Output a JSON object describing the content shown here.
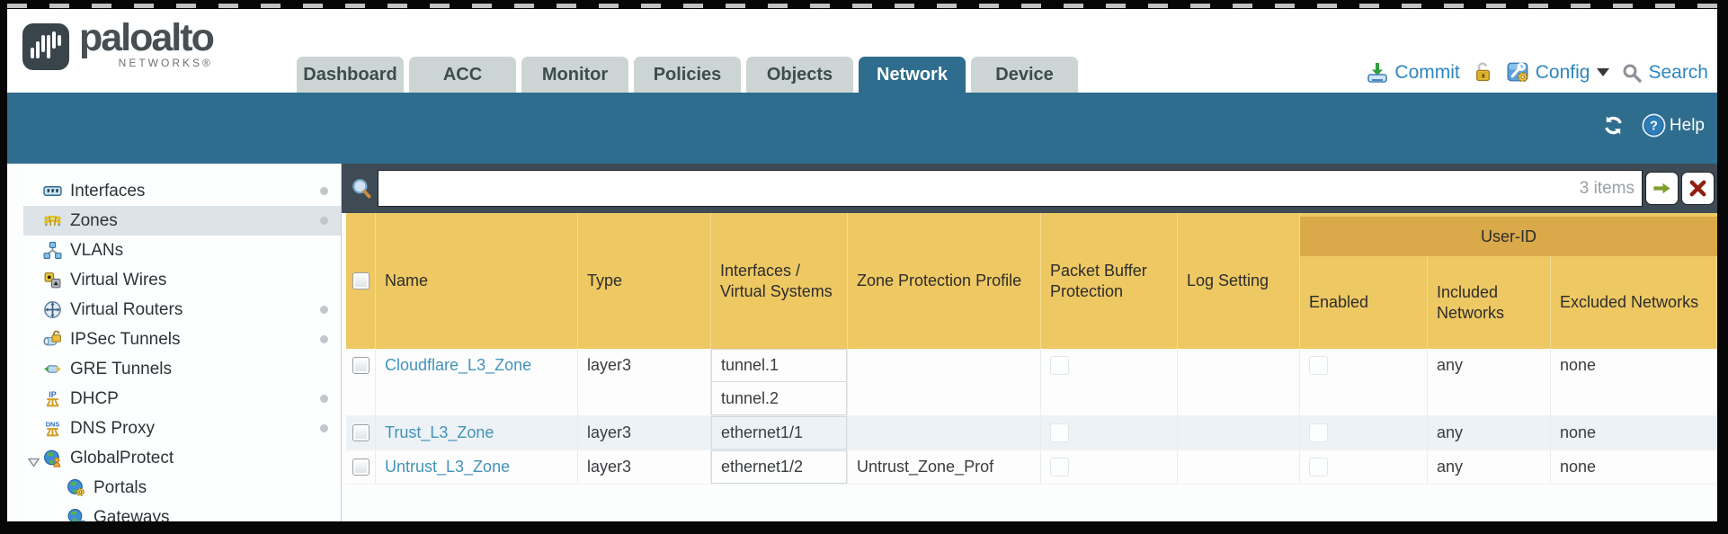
{
  "header": {
    "logo": {
      "brand": "paloalto",
      "subtitle": "NETWORKS®"
    },
    "tabs": [
      {
        "label": "Dashboard",
        "active": false
      },
      {
        "label": "ACC",
        "active": false
      },
      {
        "label": "Monitor",
        "active": false
      },
      {
        "label": "Policies",
        "active": false
      },
      {
        "label": "Objects",
        "active": false
      },
      {
        "label": "Network",
        "active": true
      },
      {
        "label": "Device",
        "active": false
      }
    ],
    "utilities": {
      "commit_label": "Commit",
      "config_label": "Config",
      "search_label": "Search"
    }
  },
  "toolbar": {
    "help_label": "Help"
  },
  "sidebar": {
    "items": [
      {
        "label": "Interfaces",
        "icon": "interfaces-icon",
        "dot": true,
        "selected": false,
        "child": false,
        "expander": false
      },
      {
        "label": "Zones",
        "icon": "zones-icon",
        "dot": true,
        "selected": true,
        "child": false,
        "expander": false
      },
      {
        "label": "VLANs",
        "icon": "vlans-icon",
        "dot": false,
        "selected": false,
        "child": false,
        "expander": false
      },
      {
        "label": "Virtual Wires",
        "icon": "virtual-wires-icon",
        "dot": false,
        "selected": false,
        "child": false,
        "expander": false
      },
      {
        "label": "Virtual Routers",
        "icon": "virtual-routers-icon",
        "dot": true,
        "selected": false,
        "child": false,
        "expander": false
      },
      {
        "label": "IPSec Tunnels",
        "icon": "ipsec-tunnels-icon",
        "dot": true,
        "selected": false,
        "child": false,
        "expander": false
      },
      {
        "label": "GRE Tunnels",
        "icon": "gre-tunnels-icon",
        "dot": false,
        "selected": false,
        "child": false,
        "expander": false
      },
      {
        "label": "DHCP",
        "icon": "dhcp-icon",
        "dot": true,
        "selected": false,
        "child": false,
        "expander": false
      },
      {
        "label": "DNS Proxy",
        "icon": "dns-proxy-icon",
        "dot": true,
        "selected": false,
        "child": false,
        "expander": false
      },
      {
        "label": "GlobalProtect",
        "icon": "globalprotect-icon",
        "dot": false,
        "selected": false,
        "child": false,
        "expander": true
      },
      {
        "label": "Portals",
        "icon": "portals-icon",
        "dot": false,
        "selected": false,
        "child": true,
        "expander": false
      },
      {
        "label": "Gateways",
        "icon": "gateways-icon",
        "dot": false,
        "selected": false,
        "child": true,
        "expander": false
      }
    ]
  },
  "filter": {
    "items_count": "3 items"
  },
  "table": {
    "group_header": "User-ID",
    "columns": [
      {
        "key": "select",
        "label": ""
      },
      {
        "key": "name",
        "label": "Name"
      },
      {
        "key": "type",
        "label": "Type"
      },
      {
        "key": "interfaces",
        "label": "Interfaces / Virtual Systems"
      },
      {
        "key": "zpp",
        "label": "Zone Protection Profile"
      },
      {
        "key": "pbp",
        "label": "Packet Buffer Protection"
      },
      {
        "key": "log",
        "label": "Log Setting"
      },
      {
        "key": "enabled",
        "label": "Enabled",
        "group": "User-ID"
      },
      {
        "key": "included",
        "label": "Included Networks",
        "group": "User-ID"
      },
      {
        "key": "excluded",
        "label": "Excluded Networks",
        "group": "User-ID"
      }
    ],
    "rows": [
      {
        "name": "Cloudflare_L3_Zone",
        "type": "layer3",
        "interfaces": [
          "tunnel.1",
          "tunnel.2"
        ],
        "zone_protection_profile": "",
        "packet_buffer_protection": false,
        "log_setting": "",
        "user_id_enabled": false,
        "included_networks": "any",
        "excluded_networks": "none"
      },
      {
        "name": "Trust_L3_Zone",
        "type": "layer3",
        "interfaces": [
          "ethernet1/1"
        ],
        "zone_protection_profile": "",
        "packet_buffer_protection": false,
        "log_setting": "",
        "user_id_enabled": false,
        "included_networks": "any",
        "excluded_networks": "none"
      },
      {
        "name": "Untrust_L3_Zone",
        "type": "layer3",
        "interfaces": [
          "ethernet1/2"
        ],
        "zone_protection_profile": "Untrust_Zone_Prof",
        "packet_buffer_protection": false,
        "log_setting": "",
        "user_id_enabled": false,
        "included_networks": "any",
        "excluded_networks": "none"
      }
    ]
  },
  "colors": {
    "teal": "#2e6d8e",
    "header_gold": "#eec862",
    "group_gold": "#d9a94a",
    "filter_bar": "#3e4a54",
    "tab_inactive": "#ccd5d4",
    "link_blue": "#4293ba",
    "action_blue": "#2e86c0"
  }
}
